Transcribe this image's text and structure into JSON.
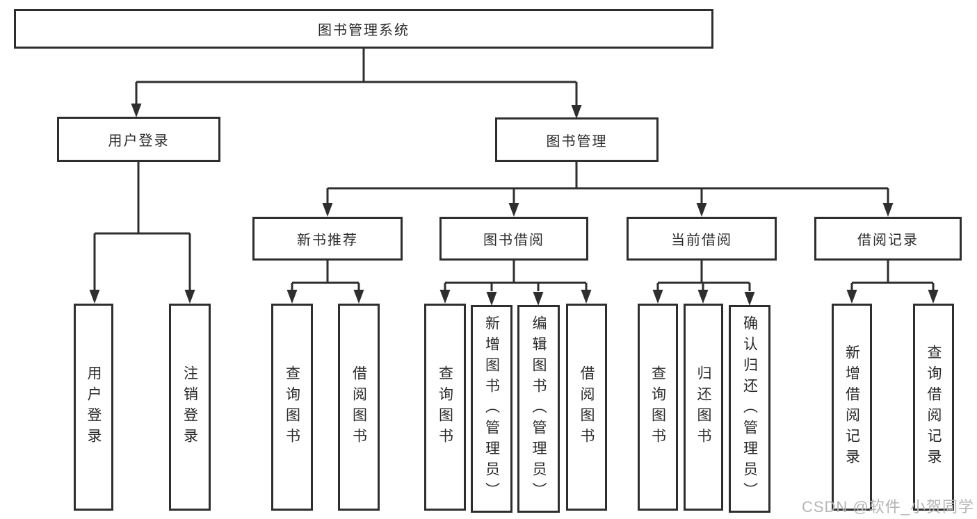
{
  "colors": {
    "line": "#2e2e2e",
    "box_border": "#2e2e2e",
    "text": "#2a2a2a",
    "watermark": "#b5b5b5",
    "background": "#ffffff"
  },
  "tree": {
    "root": {
      "label": "图书管理系统",
      "children": [
        {
          "label": "用户登录",
          "children": [
            {
              "label": "用户登录"
            },
            {
              "label": "注销登录"
            }
          ]
        },
        {
          "label": "图书管理",
          "children": [
            {
              "label": "新书推荐",
              "children": [
                {
                  "label": "查询图书"
                },
                {
                  "label": "借阅图书"
                }
              ]
            },
            {
              "label": "图书借阅",
              "children": [
                {
                  "label": "查询图书"
                },
                {
                  "label": "新增图书（管理员）"
                },
                {
                  "label": "编辑图书（管理员）"
                },
                {
                  "label": "借阅图书"
                }
              ]
            },
            {
              "label": "当前借阅",
              "children": [
                {
                  "label": "查询图书"
                },
                {
                  "label": "归还图书"
                },
                {
                  "label": "确认归还（管理员）"
                }
              ]
            },
            {
              "label": "借阅记录",
              "children": [
                {
                  "label": "新增借阅记录"
                },
                {
                  "label": "查询借阅记录"
                }
              ]
            }
          ]
        }
      ]
    }
  },
  "watermark": {
    "text": "CSDN @软件_小贺同学"
  }
}
